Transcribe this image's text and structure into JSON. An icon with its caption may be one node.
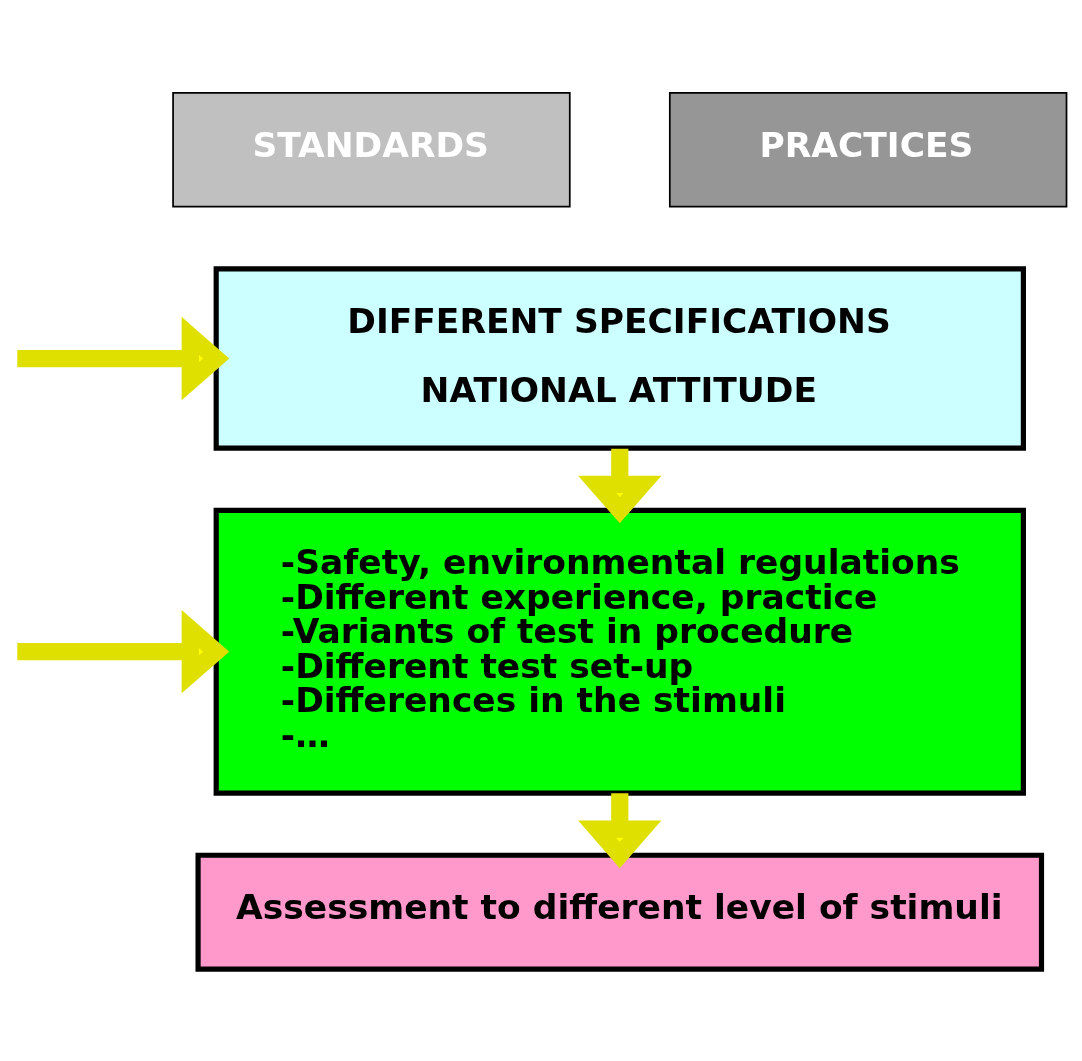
{
  "diagram": {
    "nodes": [
      {
        "text": [
          "STANDARDS"
        ]
      },
      {
        "text": [
          "PRACTICES"
        ]
      },
      {
        "text": [
          "DIFFERENT SPECIFICATIONS",
          "NATIONAL ATTITUDE"
        ]
      },
      {
        "text": [
          "-Safety, environmental regulations",
          "-Different experience, practice",
          "-Variants of test in procedure",
          "-Different test set-up",
          "-Differences in the stimuli",
          "-…"
        ]
      },
      {
        "text": [
          "Assessment to different level of stimuli"
        ]
      }
    ],
    "edges": [
      {
        "from": null,
        "to": 2,
        "arrow": "to"
      },
      {
        "from": 2,
        "to": 3,
        "arrow": "to"
      },
      {
        "from": null,
        "to": 3,
        "arrow": "to"
      },
      {
        "from": 3,
        "to": 4,
        "arrow": "to"
      }
    ]
  }
}
